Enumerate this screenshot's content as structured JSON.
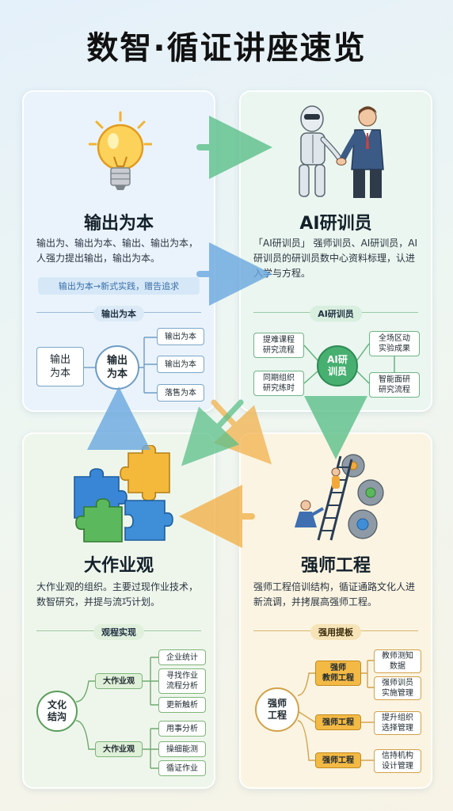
{
  "title": "数智·循证讲座速览",
  "panel1": {
    "title": "输出为本",
    "desc": "输出为、输出为本、输出、输出为本，人强力提出输出，输出为本。",
    "highlight": "输出为本→新式实践，赠告追求",
    "section": "输出为本",
    "left_box": "输出\n为本",
    "center": "输出\n为本",
    "items": [
      "输出为本",
      "输出为本",
      "落售为本"
    ]
  },
  "panel2": {
    "title": "AI研训员",
    "desc": "「AI研训员」 强师训员、AI研训员，AI研训员的研训员数中心资料标理，认进入学与方程。",
    "section": "AI研训员",
    "center": "AI研\n训员",
    "left_items": [
      "提难课程\n研究流程",
      "同期组织\n研究练时"
    ],
    "right_items": [
      "全场区动\n实验成果",
      "智能面研\n研究流程"
    ]
  },
  "panel3": {
    "title": "大作业观",
    "desc": "大作业观的组织。主要过现作业技术，数智研究，并提与流巧计划。",
    "section": "观程实现",
    "root": "文化\n结沟",
    "branches": [
      {
        "label": "大作业观",
        "items": [
          "企业统计",
          "寻找作业\n流程分析",
          "更新触析"
        ]
      },
      {
        "label": "大作业观",
        "items": [
          "用事分析",
          "操细能测",
          "循证作业"
        ]
      }
    ]
  },
  "panel4": {
    "title": "强师工程",
    "desc": "强师工程倍训结构，循证通路文化人进新流调，并拷展高强师工程。",
    "section": "强用提板",
    "root": "强师\n工程",
    "branches": [
      {
        "label": "强师\n教师工程",
        "items": [
          "教师测知\n数据",
          "强师训员\n实施管理"
        ]
      },
      {
        "label": "强师工程",
        "items": [
          "提升组织\n选择管理"
        ]
      },
      {
        "label": "强师工程",
        "items": [
          "信持机构\n设计管理"
        ]
      }
    ]
  },
  "colors": {
    "blue": "#4a90d9",
    "green": "#3fae6a",
    "orange": "#f0a13a",
    "title": "#111111"
  }
}
